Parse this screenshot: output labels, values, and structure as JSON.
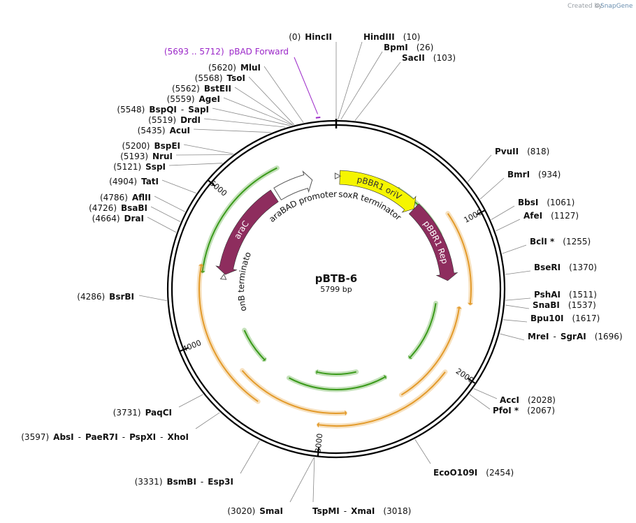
{
  "credit": {
    "prefix": "Created by",
    "brand": "SnapGene"
  },
  "plasmid": {
    "name": "pBTB-6",
    "length_label": "5799 bp",
    "length": 5799
  },
  "ticks": [
    {
      "pos": 1000,
      "label": "1000"
    },
    {
      "pos": 2000,
      "label": "2000"
    },
    {
      "pos": 3000,
      "label": "3000"
    },
    {
      "pos": 4000,
      "label": "4000"
    },
    {
      "pos": 5000,
      "label": "5000"
    }
  ],
  "features": [
    {
      "key": "pbbr1-oriv",
      "label": "pBBR1 oriV",
      "start": 30,
      "end": 710,
      "color": "#f5f500",
      "text_color": "#333333",
      "strand": 1
    },
    {
      "key": "pbbr1-rep",
      "label": "pBBR1 Rep",
      "start": 710,
      "end": 1380,
      "color": "#8e2d5e",
      "text_color": "#ffffff",
      "strand": 1
    },
    {
      "key": "arac",
      "label": "araC",
      "start": 4470,
      "end": 5260,
      "color": "#8e2d5e",
      "text_color": "#ffffff",
      "strand": -1
    },
    {
      "key": "arabad-promoter",
      "label": "araBAD promoter",
      "start": 5290,
      "end": 5600,
      "color": "#ffffff",
      "text_color": "#111111",
      "strand": 1,
      "outline": true
    },
    {
      "key": "soxr-terminator",
      "label": "soxR terminator",
      "start": 5790,
      "end": 20,
      "color": "#ffffff",
      "text_color": "#111111",
      "strand": 1,
      "outline": true
    },
    {
      "key": "tonb-terminator",
      "label": "tonB terminator",
      "start": 4430,
      "end": 4455,
      "color": "#ffffff",
      "text_color": "#111111",
      "strand": 1,
      "outline": true
    }
  ],
  "primer": {
    "label": "pBAD Forward",
    "range": "(5693 .. 5712)",
    "pos": 5702,
    "color": "#9b27c8"
  },
  "orfs": [
    {
      "key": "orf-1",
      "start": 500,
      "end": 1000,
      "strand": -1,
      "color": "#3a9a1a",
      "r": 168
    },
    {
      "key": "orf-2",
      "start": 4460,
      "end": 5380,
      "strand": -1,
      "color": "#3a9a1a",
      "r": 193
    },
    {
      "key": "orf-3",
      "start": 1580,
      "end": 2150,
      "strand": 1,
      "color": "#3a9a1a",
      "r": 144
    },
    {
      "key": "orf-4",
      "start": 3620,
      "end": 3960,
      "strand": -1,
      "color": "#3a9a1a",
      "r": 144
    },
    {
      "key": "orf-5",
      "start": 2420,
      "end": 3350,
      "strand": -1,
      "color": "#3a9a1a",
      "r": 144
    },
    {
      "key": "orf-6",
      "start": 2680,
      "end": 3120,
      "strand": 1,
      "color": "#3a9a1a",
      "r": 122
    },
    {
      "key": "orf-7",
      "start": 900,
      "end": 1560,
      "strand": 1,
      "color": "#e39a2a",
      "r": 193
    },
    {
      "key": "orf-8",
      "start": 1580,
      "end": 2390,
      "strand": -1,
      "color": "#e39a2a",
      "r": 178
    },
    {
      "key": "orf-9",
      "start": 2050,
      "end": 3030,
      "strand": 1,
      "color": "#e39a2a",
      "r": 196
    },
    {
      "key": "orf-10",
      "start": 2820,
      "end": 3690,
      "strand": -1,
      "color": "#e39a2a",
      "r": 178
    },
    {
      "key": "orf-11",
      "start": 3460,
      "end": 4520,
      "strand": 1,
      "color": "#e39a2a",
      "r": 196
    }
  ],
  "sites": [
    {
      "key": "hincii",
      "name": "HincII",
      "pos_label": "(0)",
      "pos": 0,
      "side": "left"
    },
    {
      "key": "hindiii",
      "name": "HindIII",
      "pos_label": "(10)",
      "pos": 10,
      "side": "right"
    },
    {
      "key": "bpmi",
      "name": "BpmI",
      "pos_label": "(26)",
      "pos": 26,
      "side": "right"
    },
    {
      "key": "sacii",
      "name": "SacII",
      "pos_label": "(103)",
      "pos": 103,
      "side": "right"
    },
    {
      "key": "pvuii",
      "name": "PvuII",
      "pos_label": "(818)",
      "pos": 818,
      "side": "right"
    },
    {
      "key": "bmri",
      "name": "BmrI",
      "pos_label": "(934)",
      "pos": 934,
      "side": "right"
    },
    {
      "key": "bbsi",
      "name": "BbsI",
      "pos_label": "(1061)",
      "pos": 1061,
      "side": "right"
    },
    {
      "key": "afei",
      "name": "AfeI",
      "pos_label": "(1127)",
      "pos": 1127,
      "side": "right"
    },
    {
      "key": "bcli",
      "name": "BclI *",
      "pos_label": "(1255)",
      "pos": 1255,
      "side": "right"
    },
    {
      "key": "bseri",
      "name": "BseRI",
      "pos_label": "(1370)",
      "pos": 1370,
      "side": "right"
    },
    {
      "key": "pshai",
      "name": "PshAI",
      "pos_label": "(1511)",
      "pos": 1511,
      "side": "right"
    },
    {
      "key": "snabi",
      "name": "SnaBI",
      "pos_label": "(1537)",
      "pos": 1537,
      "side": "right"
    },
    {
      "key": "bpu10i",
      "name": "Bpu10I",
      "pos_label": "(1617)",
      "pos": 1617,
      "side": "right"
    },
    {
      "key": "mrei",
      "name": "MreI",
      "name2": "SgrAI",
      "pos_label": "(1696)",
      "pos": 1696,
      "side": "right"
    },
    {
      "key": "acci",
      "name": "AccI",
      "pos_label": "(2028)",
      "pos": 2028,
      "side": "right"
    },
    {
      "key": "pfoi",
      "name": "PfoI *",
      "pos_label": "(2067)",
      "pos": 2067,
      "side": "right"
    },
    {
      "key": "eco0109i",
      "name": "EcoO109I",
      "pos_label": "(2454)",
      "pos": 2454,
      "side": "right"
    },
    {
      "key": "tspmi",
      "name": "TspMI",
      "name2": "XmaI",
      "pos_label": "(3018)",
      "pos": 3018,
      "side": "right"
    },
    {
      "key": "smai",
      "name": "SmaI",
      "pos_label": "(3020)",
      "pos": 3020,
      "side": "left"
    },
    {
      "key": "bsmbi",
      "name": "BsmBI",
      "name2": "Esp3I",
      "pos_label": "(3331)",
      "pos": 3331,
      "side": "left"
    },
    {
      "key": "absi",
      "name": "AbsI",
      "name2": "PaeR7I",
      "name3": "PspXI",
      "name4": "XhoI",
      "pos_label": "(3597)",
      "pos": 3597,
      "side": "left"
    },
    {
      "key": "paqci",
      "name": "PaqCI",
      "pos_label": "(3731)",
      "pos": 3731,
      "side": "left"
    },
    {
      "key": "bsrbi",
      "name": "BsrBI",
      "pos_label": "(4286)",
      "pos": 4286,
      "side": "left"
    },
    {
      "key": "drai",
      "name": "DraI",
      "pos_label": "(4664)",
      "pos": 4664,
      "side": "left"
    },
    {
      "key": "bsabi",
      "name": "BsaBI",
      "pos_label": "(4726)",
      "pos": 4726,
      "side": "left"
    },
    {
      "key": "aflii",
      "name": "AflII",
      "pos_label": "(4786)",
      "pos": 4786,
      "side": "left"
    },
    {
      "key": "tati",
      "name": "TatI",
      "pos_label": "(4904)",
      "pos": 4904,
      "side": "left"
    },
    {
      "key": "sspi",
      "name": "SspI",
      "pos_label": "(5121)",
      "pos": 5121,
      "side": "left"
    },
    {
      "key": "nrui",
      "name": "NruI",
      "pos_label": "(5193)",
      "pos": 5193,
      "side": "left"
    },
    {
      "key": "bspei",
      "name": "BspEI",
      "pos_label": "(5200)",
      "pos": 5200,
      "side": "left"
    },
    {
      "key": "acui",
      "name": "AcuI",
      "pos_label": "(5435)",
      "pos": 5435,
      "side": "left"
    },
    {
      "key": "drdi",
      "name": "DrdI",
      "pos_label": "(5519)",
      "pos": 5519,
      "side": "left"
    },
    {
      "key": "bspqi",
      "name": "BspQI",
      "name2": "SapI",
      "pos_label": "(5548)",
      "pos": 5548,
      "side": "left"
    },
    {
      "key": "agei",
      "name": "AgeI",
      "pos_label": "(5559)",
      "pos": 5559,
      "side": "left"
    },
    {
      "key": "bsteii",
      "name": "BstEII",
      "pos_label": "(5562)",
      "pos": 5562,
      "side": "left"
    },
    {
      "key": "tsoi",
      "name": "TsoI",
      "pos_label": "(5568)",
      "pos": 5568,
      "side": "left"
    },
    {
      "key": "mlui",
      "name": "MluI",
      "pos_label": "(5620)",
      "pos": 5620,
      "side": "left"
    }
  ]
}
